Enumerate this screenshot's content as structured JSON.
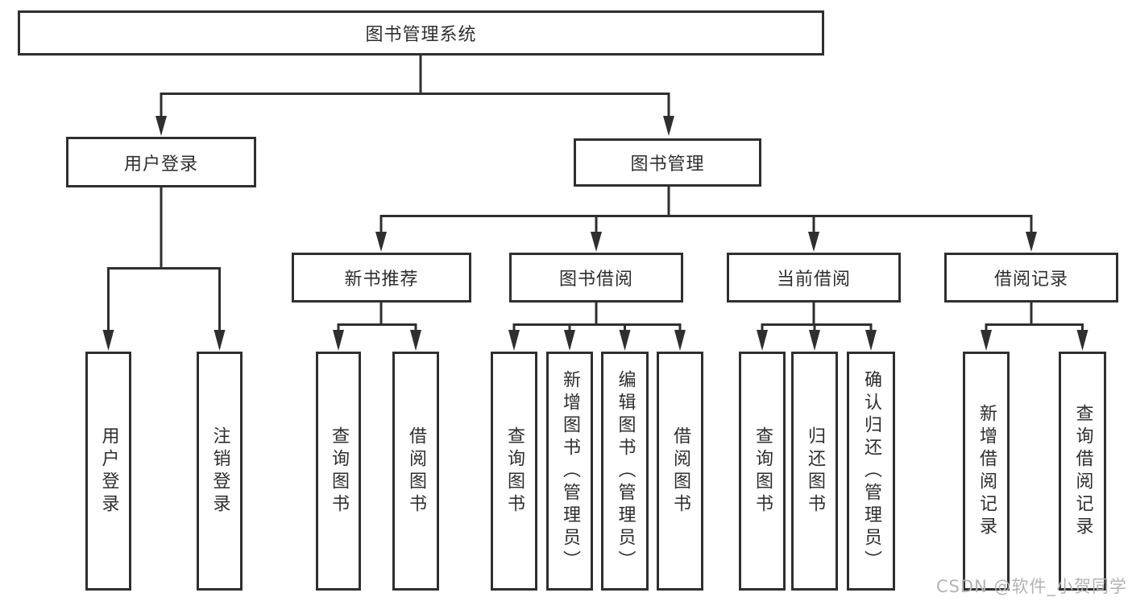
{
  "diagram": {
    "type": "hierarchy-tree",
    "root": {
      "label": "图书管理系统"
    },
    "level2": {
      "user_login": {
        "label": "用户登录"
      },
      "book_mgmt": {
        "label": "图书管理"
      }
    },
    "level3": {
      "new_book_rec": {
        "label": "新书推荐"
      },
      "book_borrow": {
        "label": "图书借阅"
      },
      "current_borrow": {
        "label": "当前借阅"
      },
      "borrow_record": {
        "label": "借阅记录"
      }
    },
    "leaves": {
      "leaf_user_login": {
        "label": "用户登录",
        "parent": "用户登录"
      },
      "leaf_logout": {
        "label": "注销登录",
        "parent": "用户登录"
      },
      "nbr_query": {
        "label": "查询图书",
        "parent": "新书推荐"
      },
      "nbr_borrow": {
        "label": "借阅图书",
        "parent": "新书推荐"
      },
      "bb_query": {
        "label": "查询图书",
        "parent": "图书借阅"
      },
      "bb_add": {
        "label": "新增图书（管理员）",
        "parent": "图书借阅"
      },
      "bb_edit": {
        "label": "编辑图书（管理员）",
        "parent": "图书借阅"
      },
      "bb_borrow": {
        "label": "借阅图书",
        "parent": "图书借阅"
      },
      "cb_query": {
        "label": "查询图书",
        "parent": "当前借阅"
      },
      "cb_return": {
        "label": "归还图书",
        "parent": "当前借阅"
      },
      "cb_confirm": {
        "label": "确认归还（管理员）",
        "parent": "当前借阅"
      },
      "br_add": {
        "label": "新增借阅记录",
        "parent": "借阅记录"
      },
      "br_query": {
        "label": "查询借阅记录",
        "parent": "借阅记录"
      }
    }
  },
  "watermark": {
    "text": "CSDN @软件_小贺同学"
  },
  "colors": {
    "line": "#2f2f2f",
    "box_border": "#2f2f2f",
    "box_fill": "#ffffff",
    "text": "#2e2e2e",
    "watermark": "#b3b3b3",
    "background": "#ffffff"
  }
}
